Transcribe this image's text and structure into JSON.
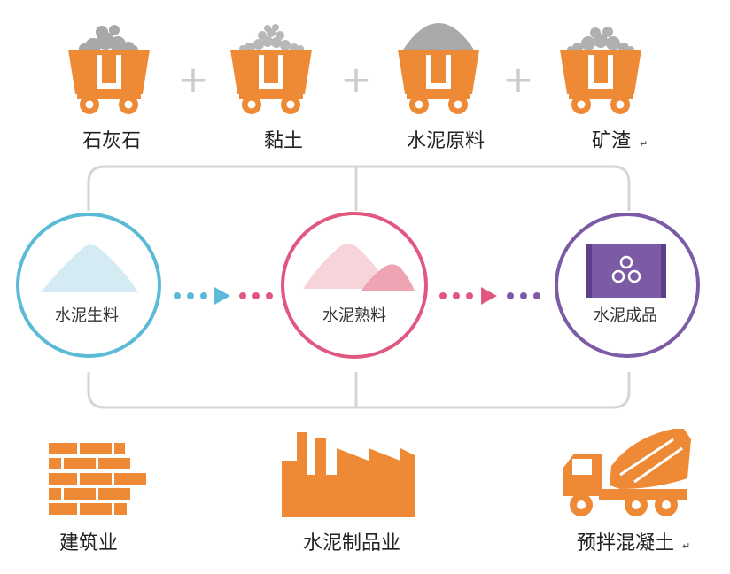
{
  "raw_materials": [
    {
      "label": "石灰石",
      "mark": "↵",
      "show_mark": false,
      "icon": "mine-cart-icon",
      "pile_color": "#a8a8a8"
    },
    {
      "label": "黏土",
      "mark": "↵",
      "show_mark": false,
      "icon": "mine-cart-icon",
      "pile_color": "#b5b5b5"
    },
    {
      "label": "水泥原料",
      "mark": "↵",
      "show_mark": false,
      "icon": "mine-cart-icon",
      "pile_color": "#a9a9a9"
    },
    {
      "label": "矿渣",
      "mark": "↵",
      "show_mark": true,
      "icon": "mine-cart-icon",
      "pile_color": "#b0b0b0"
    }
  ],
  "plus_sign": "+",
  "process": [
    {
      "label": "水泥生料",
      "icon": "raw-meal-pile-icon",
      "color": "#5bbbd6"
    },
    {
      "label": "水泥熟料",
      "icon": "clinker-pile-icon",
      "color": "#e0577f"
    },
    {
      "label": "水泥成品",
      "icon": "cement-bag-icon",
      "color": "#7b5aa6"
    }
  ],
  "applications": [
    {
      "label": "建筑业",
      "mark": "",
      "icon": "brick-wall-icon"
    },
    {
      "label": "水泥制品业",
      "mark": "",
      "icon": "factory-icon"
    },
    {
      "label": "预拌混凝土",
      "mark": "↵",
      "icon": "concrete-mixer-truck-icon"
    }
  ],
  "colors": {
    "accent_orange": "#ee8a35",
    "connector_gray": "#d5d5d5",
    "plus_gray": "#cccccc",
    "text_dark": "#333333"
  }
}
